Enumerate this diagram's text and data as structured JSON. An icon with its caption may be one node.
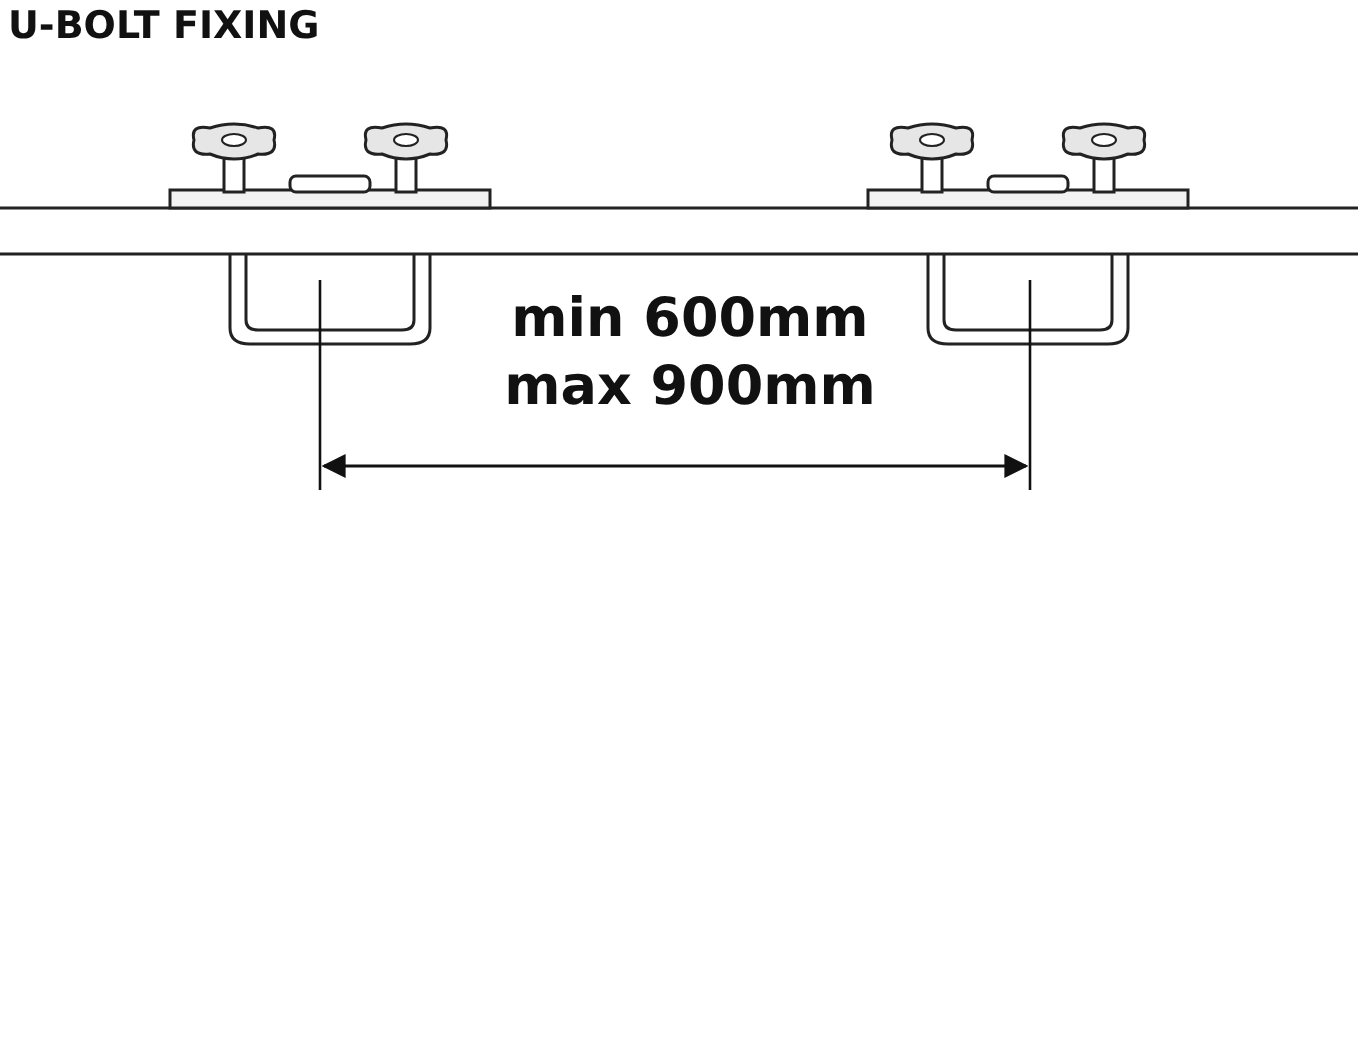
{
  "diagram": {
    "title": "U-BOLT FIXING",
    "labels": [
      "min 600mm",
      "max 900mm"
    ]
  }
}
